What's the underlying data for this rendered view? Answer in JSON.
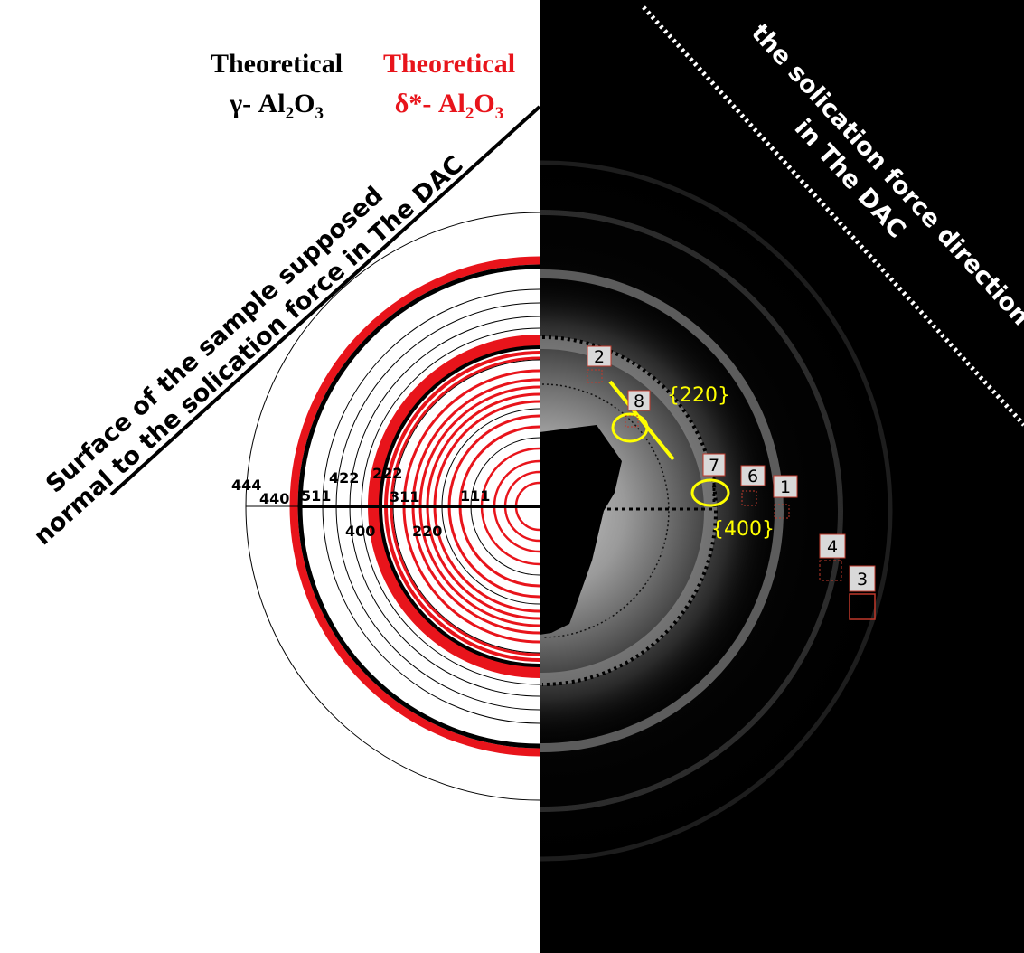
{
  "header": {
    "gamma_title": "Theoretical",
    "gamma_formula": {
      "prefix": "γ- Al",
      "sub1": "2",
      "mid": "O",
      "sub2": "3"
    },
    "delta_title": "Theoretical",
    "delta_formula": {
      "prefix": "δ*- Al",
      "sub1": "2",
      "mid": "O",
      "sub2": "3"
    }
  },
  "annotations": {
    "surface_line1": "Surface of the sample supposed",
    "surface_line2": "normal to the solication force in The DAC",
    "force_line1": "the solication force direction",
    "force_line2": "in The DAC"
  },
  "ring_labels": {
    "r444": "444",
    "r440": "440",
    "r511": "511",
    "r422": "422",
    "r222": "222",
    "r311": "311",
    "r400": "400",
    "r220": "220",
    "r111": "111"
  },
  "families": {
    "f220": "{220}",
    "f400": "{400}"
  },
  "spots": {
    "s1": "1",
    "s2": "2",
    "s3": "3",
    "s4": "4",
    "s6": "6",
    "s7": "7",
    "s8": "8"
  },
  "colors": {
    "gamma_rings": "#000000",
    "delta_rings": "#e8141b",
    "highlight": "#ffff00",
    "pattern_background": "#000000",
    "spot_box_border": "#c0392b",
    "spot_label_fill": "#d9d9d9"
  }
}
